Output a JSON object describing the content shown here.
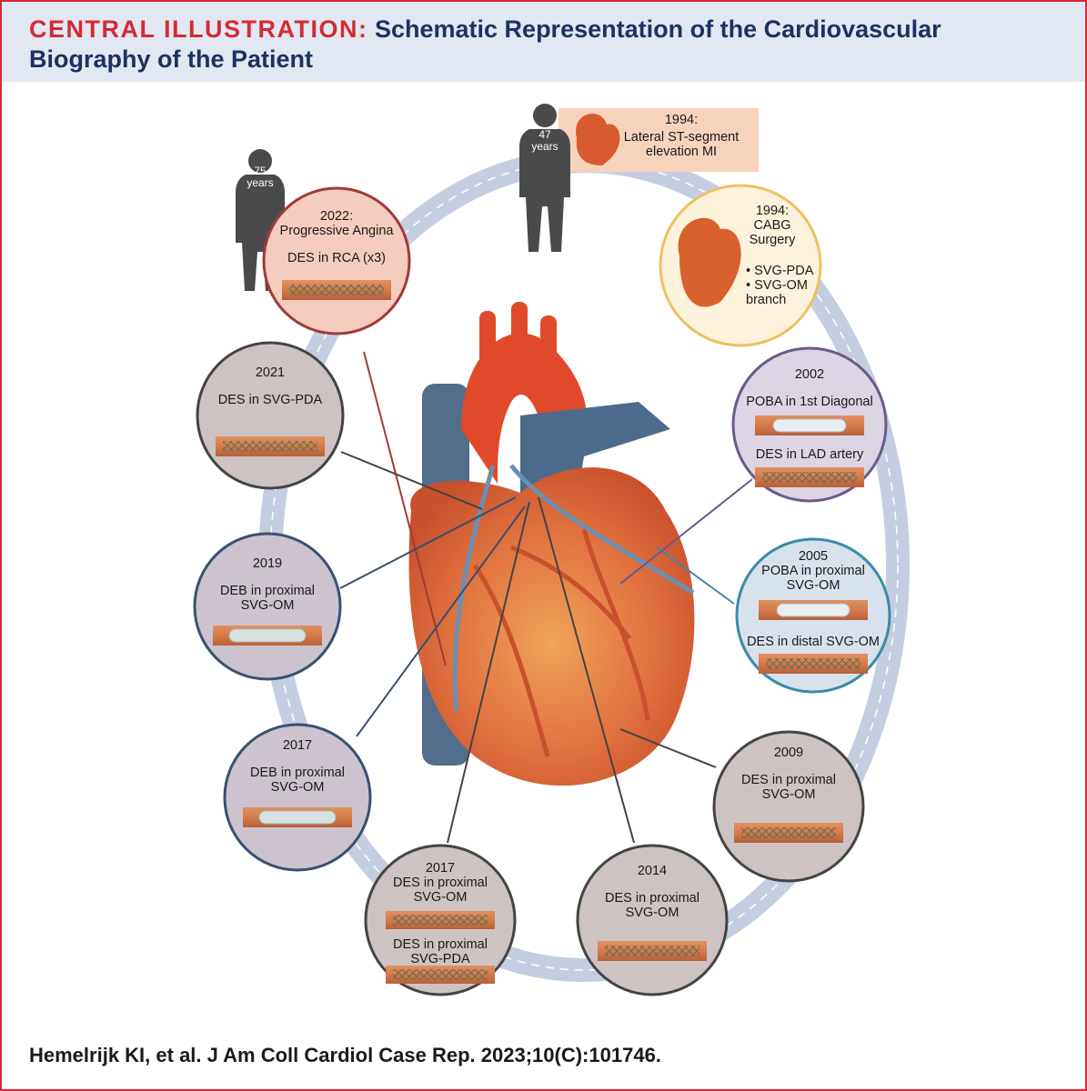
{
  "header": {
    "lead": "CENTRAL ILLUSTRATION:",
    "title": "Schematic Representation of the Cardiovascular Biography of the Patient"
  },
  "citation": "Hemelrijk KI, et al. J Am Coll Cardiol Case Rep. 2023;10(C):101746.",
  "colors": {
    "accent_red": "#d42a34",
    "navy": "#1d3261",
    "header_bg": "#e2e8f2",
    "ring": "#c4cee0"
  },
  "people": [
    {
      "age": "47",
      "unit": "years"
    },
    {
      "age": "75",
      "unit": "years"
    }
  ],
  "events": {
    "e1994_mi": {
      "year": "1994:",
      "text": "Lateral ST-segment elevation MI"
    },
    "e1994_cabg": {
      "year": "1994:",
      "text": "CABG Surgery",
      "grafts": [
        "• SVG-PDA",
        "• SVG-OM branch"
      ]
    },
    "e2002": {
      "year": "2002",
      "line1": "POBA in 1st Diagonal",
      "line2": "DES in LAD artery"
    },
    "e2005": {
      "year": "2005",
      "line1": "POBA in proximal SVG-OM",
      "line2": "DES in distal SVG-OM"
    },
    "e2009": {
      "year": "2009",
      "line1": "DES in proximal SVG-OM"
    },
    "e2014": {
      "year": "2014",
      "line1": "DES in proximal SVG-OM"
    },
    "e2017b": {
      "year": "2017",
      "line1": "DES in proximal SVG-OM",
      "line2": "DES in proximal SVG-PDA"
    },
    "e2017a": {
      "year": "2017",
      "line1": "DEB in proximal SVG-OM"
    },
    "e2019": {
      "year": "2019",
      "line1": "DEB in proximal SVG-OM"
    },
    "e2021": {
      "year": "2021",
      "line1": "DES in SVG-PDA"
    },
    "e2022": {
      "year": "2022:",
      "subtitle": "Progressive Angina",
      "line1": "DES in RCA (x3)"
    }
  }
}
